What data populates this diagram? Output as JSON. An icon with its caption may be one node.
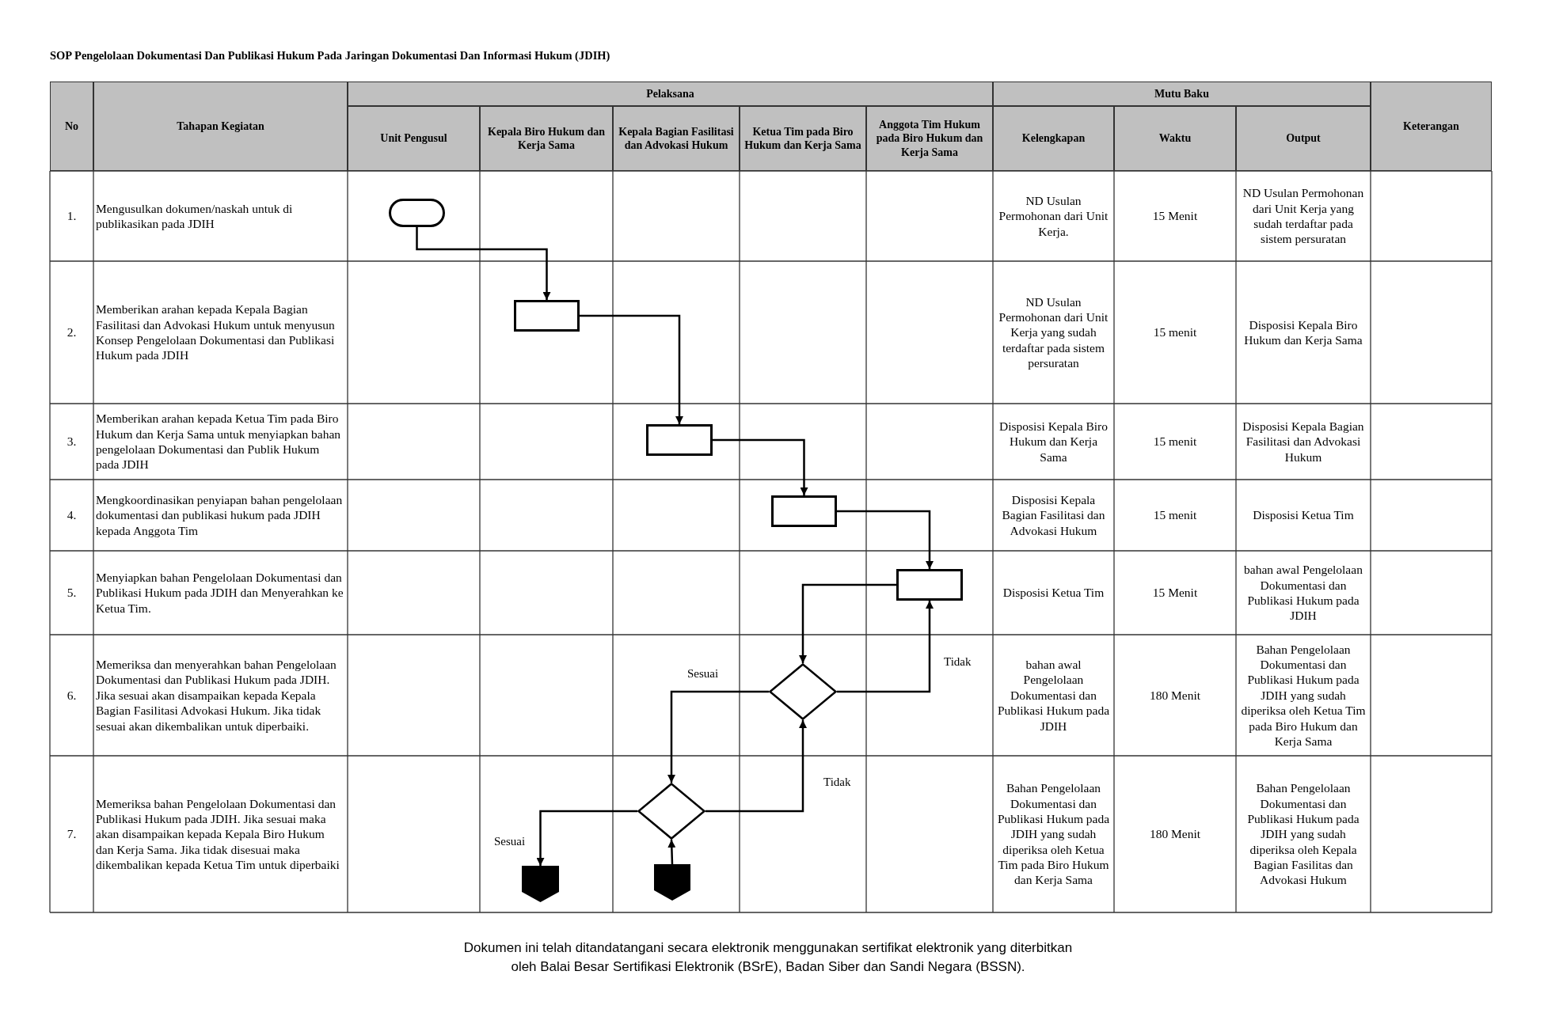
{
  "diagram": {
    "title": "SOP Pengelolaan Dokumentasi Dan Publikasi Hukum Pada Jaringan Dokumentasi Dan Informasi Hukum (JDIH)",
    "caption": "Dokumen ini telah ditandatangani secara elektronik menggunakan sertifikat elektronik yang diterbitkan oleh Balai Besar Sertifikasi Elektronik (BSrE), Badan Siber dan Sandi Negara (BSSN).",
    "nodes": [
      {
        "text": [],
        "shape": "stadium"
      },
      {
        "text": [],
        "shape": "box"
      },
      {
        "text": [],
        "shape": "box"
      },
      {
        "text": [],
        "shape": "box"
      },
      {
        "text": [],
        "shape": "box"
      },
      {
        "text": [],
        "shape": "diamond"
      },
      {
        "text": [],
        "shape": "diamond"
      },
      {
        "text": [],
        "shape": "pentagon"
      },
      {
        "text": [],
        "shape": "pentagon"
      }
    ],
    "edges": [
      {
        "from": 0,
        "to": 1,
        "arrow": "to"
      },
      {
        "from": 1,
        "to": 2,
        "arrow": "to"
      },
      {
        "from": 2,
        "to": 3,
        "arrow": "to"
      },
      {
        "from": 3,
        "to": 4,
        "arrow": "to"
      },
      {
        "from": 4,
        "to": 5,
        "arrow": "to"
      },
      {
        "from": 5,
        "to": 4,
        "arrow": "to",
        "label": "Tidak"
      },
      {
        "from": 5,
        "to": 6,
        "arrow": "to",
        "label": "Sesuai"
      },
      {
        "from": 6,
        "to": 5,
        "arrow": "to",
        "label": "Tidak"
      },
      {
        "from": 6,
        "to": 7,
        "arrow": "to",
        "label": "Sesuai"
      },
      {
        "from": 8,
        "to": 6,
        "arrow": "to"
      }
    ],
    "labels": [
      "No",
      "Tahapan Kegiatan",
      "Pelaksana",
      "Mutu Baku",
      "Keterangan",
      "Unit Pengusul",
      "Kepala Biro Hukum dan Kerja Sama",
      "Kepala Bagian Fasilitasi dan Advokasi Hukum",
      "Ketua Tim pada Biro Hukum dan Kerja Sama",
      "Anggota Tim Hukum pada Biro Hukum dan Kerja Sama",
      "Kelengkapan",
      "Waktu",
      "Output",
      "1.",
      "Mengusulkan dokumen/naskah untuk di publikasikan pada JDIH",
      "ND Usulan Permohonan dari Unit Kerja.",
      "15 Menit",
      "ND Usulan Permohonan dari Unit Kerja yang sudah terdaftar pada sistem persuratan",
      "2.",
      "Memberikan arahan kepada Kepala Bagian Fasilitasi dan Advokasi Hukum untuk menyusun Konsep Pengelolaan Dokumentasi dan Publikasi Hukum pada JDIH",
      "ND Usulan Permohonan dari Unit Kerja yang sudah terdaftar pada sistem persuratan",
      "15 menit",
      "Disposisi Kepala Biro Hukum dan Kerja Sama",
      "3.",
      "Memberikan arahan kepada Ketua Tim pada Biro Hukum dan Kerja Sama untuk menyiapkan bahan pengelolaan Dokumentasi dan Publik Hukum pada JDIH",
      "Disposisi Kepala Biro Hukum dan Kerja Sama",
      "15 menit",
      "Disposisi Kepala Bagian Fasilitasi dan Advokasi Hukum",
      "4.",
      "Mengkoordinasikan penyiapan bahan pengelolaan dokumentasi dan publikasi hukum pada JDIH kepada Anggota Tim",
      "Disposisi Kepala Bagian Fasilitasi dan Advokasi Hukum",
      "15 menit",
      "Disposisi Ketua Tim",
      "5.",
      "Menyiapkan bahan Pengelolaan Dokumentasi dan Publikasi Hukum pada JDIH dan Menyerahkan ke Ketua Tim.",
      "Disposisi Ketua Tim",
      "15 Menit",
      "bahan awal Pengelolaan Dokumentasi dan Publikasi Hukum pada JDIH",
      "6.",
      "Memeriksa dan menyerahkan bahan Pengelolaan Dokumentasi dan Publikasi Hukum pada JDIH. Jika sesuai akan disampaikan kepada Kepala Bagian Fasilitasi Advokasi Hukum. Jika tidak sesuai akan dikembalikan untuk diperbaiki.",
      "bahan awal Pengelolaan Dokumentasi dan Publikasi Hukum pada JDIH",
      "180 Menit",
      "Bahan Pengelolaan Dokumentasi dan Publikasi Hukum pada JDIH yang sudah diperiksa oleh Ketua Tim pada Biro Hukum dan Kerja Sama",
      "7.",
      "Memeriksa bahan Pengelolaan Dokumentasi dan Publikasi Hukum pada JDIH. Jika sesuai maka akan disampaikan kepada Kepala Biro Hukum dan Kerja Sama. Jika tidak disesuai maka dikembalikan kepada Ketua Tim untuk diperbaiki",
      "Bahan Pengelolaan Dokumentasi dan Publikasi Hukum pada JDIH yang sudah diperiksa oleh Ketua Tim pada Biro Hukum dan Kerja Sama",
      "180 Menit",
      "Bahan Pengelolaan Dokumentasi dan Publikasi Hukum pada JDIH yang sudah diperiksa oleh Kepala Bagian Fasilitas dan Advokasi Hukum"
    ]
  }
}
